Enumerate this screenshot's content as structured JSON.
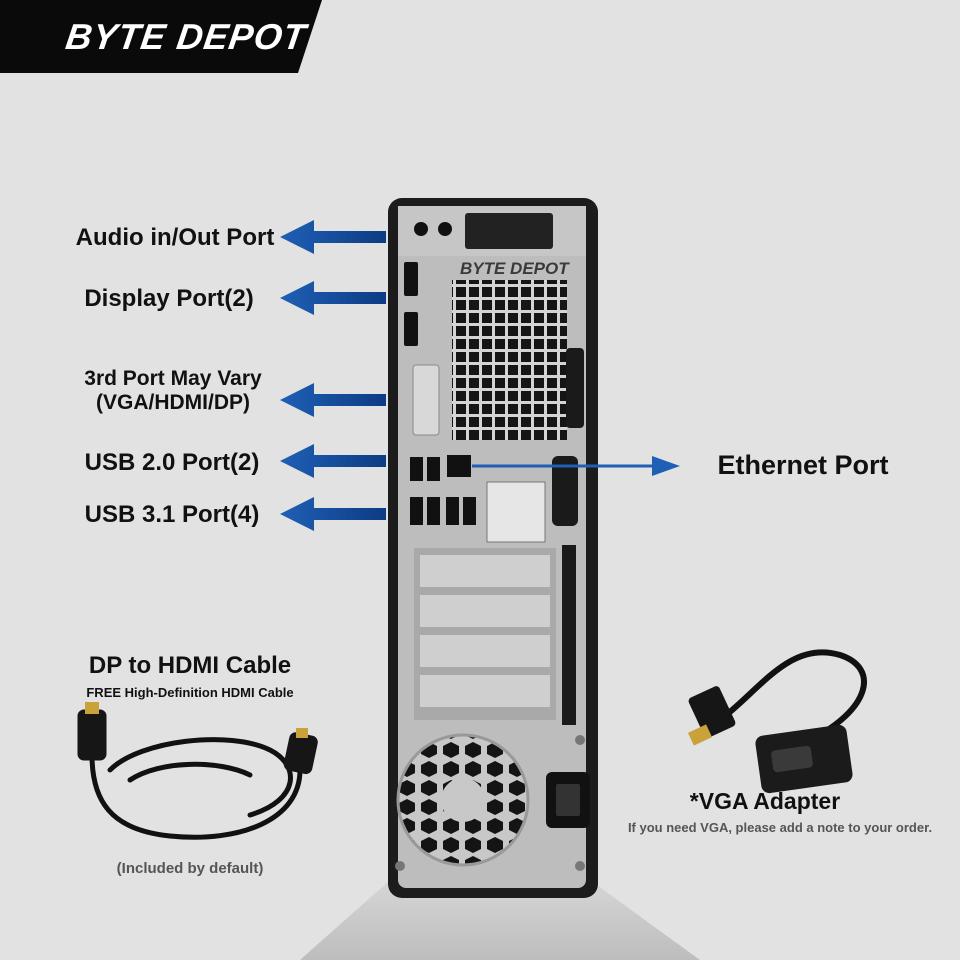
{
  "brand": {
    "name": "BYTE DEPOT",
    "case_logo": "BYTE DEPOT"
  },
  "ports": {
    "audio": "Audio in/Out Port",
    "display": "Display Port(2)",
    "third_line1": "3rd Port May Vary",
    "third_line2": "(VGA/HDMI/DP)",
    "usb2": "USB 2.0 Port(2)",
    "usb3": "USB 3.1 Port(4)",
    "ethernet": "Ethernet Port"
  },
  "cable": {
    "title": "DP to HDMI Cable",
    "subtitle": "FREE High-Definition HDMI Cable",
    "note": "(Included by default)"
  },
  "adapter": {
    "title": "*VGA Adapter",
    "note": "If you need VGA, please add a note to your order."
  },
  "colors": {
    "arrow": "#1f5fb5",
    "banner": "#0a0a0a",
    "case": "#1c1c1c",
    "panel": "#bcbcbc"
  }
}
